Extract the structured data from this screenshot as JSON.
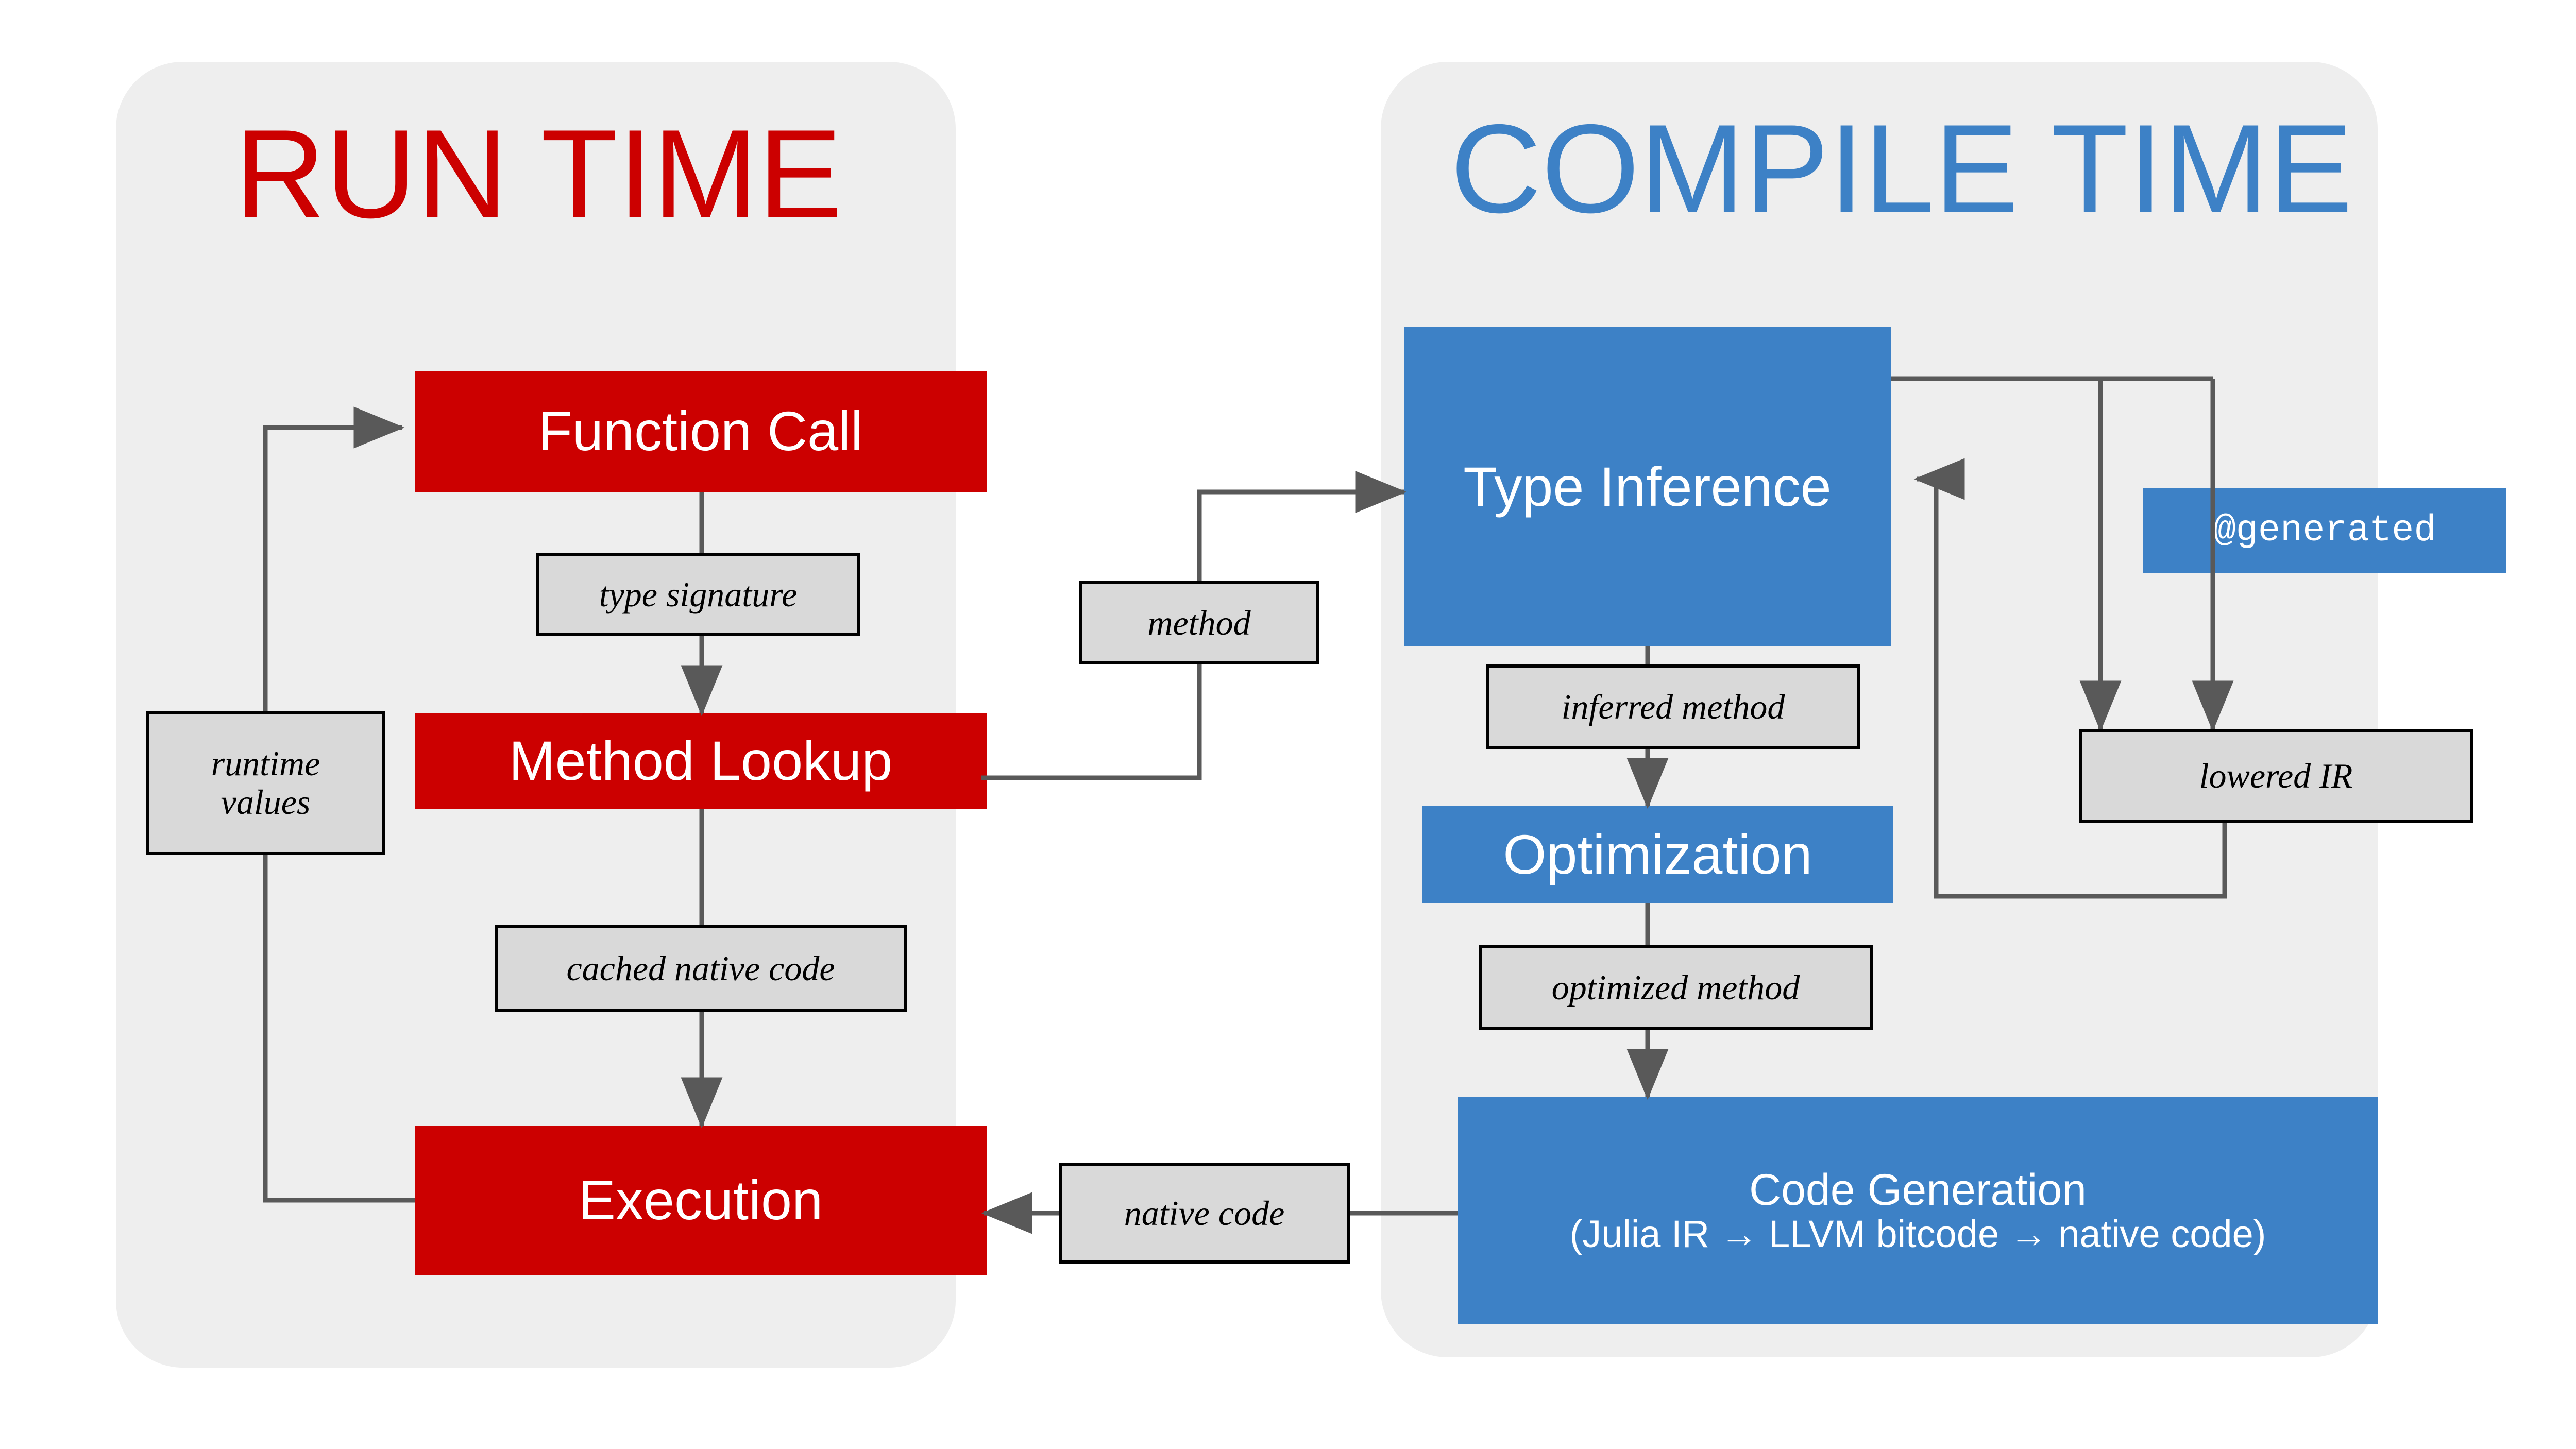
{
  "diagram": {
    "title": "Julia compilation pipeline: run time vs compile time",
    "colors": {
      "panel_bg": "#eeeeee",
      "runtime_accent": "#cc0000",
      "compiletime_accent": "#3d81c6",
      "label_bg": "#d9d9d9",
      "label_border": "#000000",
      "arrow": "#595959",
      "node_text": "#ffffff",
      "page_bg": "#ffffff"
    }
  },
  "panels": [
    {
      "id": "runtime",
      "title": "RUN TIME",
      "title_color": "#cc0000"
    },
    {
      "id": "compiletime",
      "title": "COMPILE TIME",
      "title_color": "#3d81c6"
    }
  ],
  "runtime": {
    "title": "RUN TIME",
    "nodes": [
      {
        "id": "function-call",
        "label": "Function Call"
      },
      {
        "id": "method-lookup",
        "label": "Method Lookup"
      },
      {
        "id": "execution",
        "label": "Execution"
      }
    ],
    "edge_labels": [
      {
        "id": "type-signature",
        "label": "type signature"
      },
      {
        "id": "cached-native-code",
        "label": "cached native code"
      },
      {
        "id": "runtime-values",
        "label": "runtime\nvalues"
      }
    ]
  },
  "compiletime": {
    "title": "COMPILE TIME",
    "nodes": [
      {
        "id": "type-inference",
        "label": "Type Inference"
      },
      {
        "id": "optimization",
        "label": "Optimization"
      },
      {
        "id": "generated-macro",
        "label": "@generated"
      },
      {
        "id": "code-generation",
        "label_main": "Code Generation",
        "label_sub": "(Julia IR → LLVM bitcode → native code)"
      }
    ],
    "edge_labels": [
      {
        "id": "inferred-method",
        "label": "inferred method"
      },
      {
        "id": "optimized-method",
        "label": "optimized method"
      },
      {
        "id": "lowered-ir",
        "label": "lowered IR"
      }
    ]
  },
  "bridge_labels": [
    {
      "id": "method",
      "label": "method"
    },
    {
      "id": "native-code",
      "label": "native code"
    }
  ]
}
